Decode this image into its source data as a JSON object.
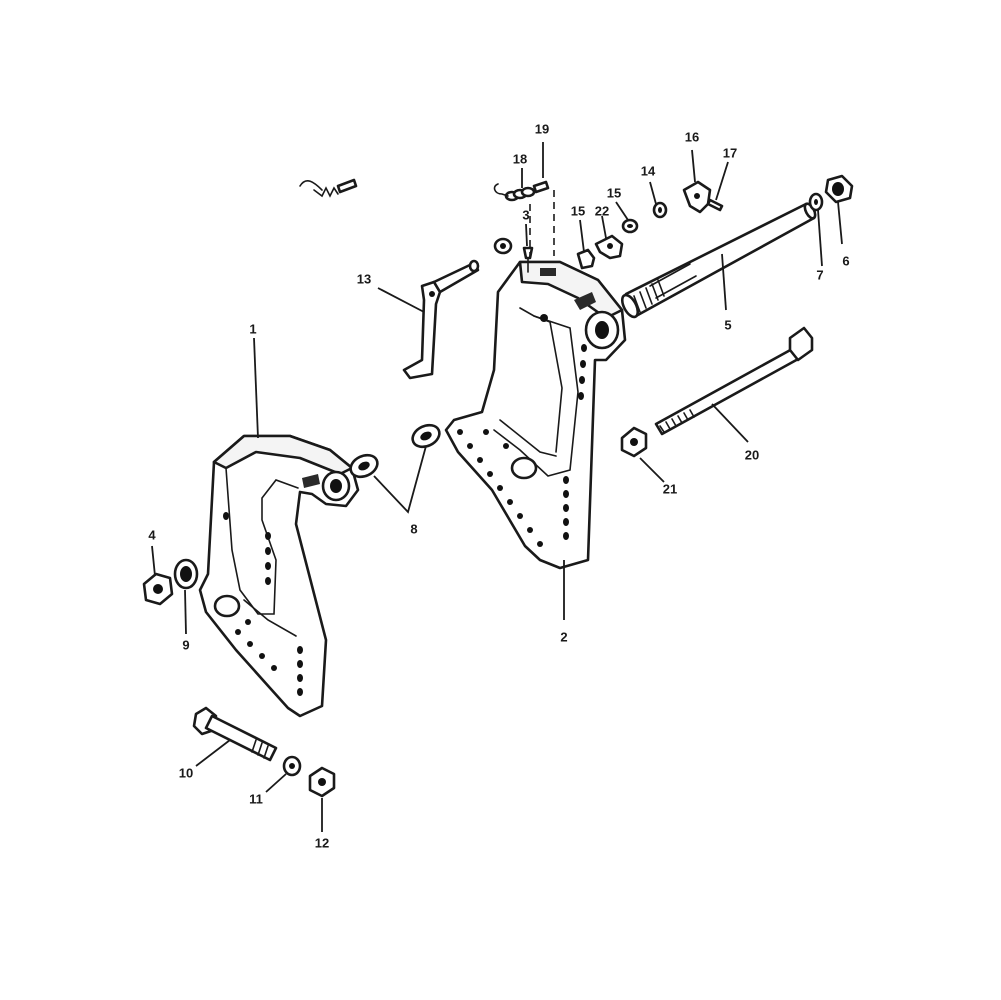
{
  "callouts": {
    "c1": "1",
    "c2": "2",
    "c3": "3",
    "c4": "4",
    "c5": "5",
    "c6": "6",
    "c7": "7",
    "c8": "8",
    "c9": "9",
    "c10": "10",
    "c11": "11",
    "c12": "12",
    "c13": "13",
    "c14": "14",
    "c15a": "15",
    "c15b": "15",
    "c16": "16",
    "c17": "17",
    "c18": "18",
    "c19": "19",
    "c20": "20",
    "c21": "21",
    "c22": "22"
  }
}
